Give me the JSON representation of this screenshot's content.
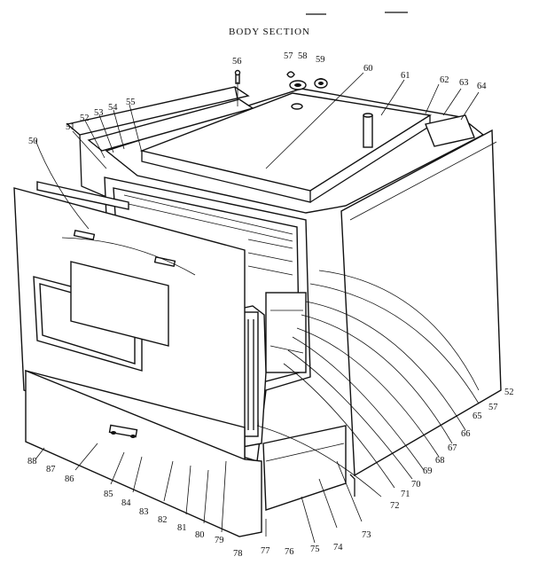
{
  "title": "BODY SECTION",
  "part_numbers": [
    "50",
    "51",
    "52",
    "53",
    "54",
    "55",
    "56",
    "57",
    "58",
    "59",
    "60",
    "61",
    "62",
    "63",
    "64",
    "52",
    "57",
    "65",
    "66",
    "67",
    "68",
    "69",
    "70",
    "71",
    "72",
    "73",
    "74",
    "75",
    "76",
    "77",
    "78",
    "79",
    "80",
    "81",
    "82",
    "83",
    "84",
    "85",
    "86",
    "87",
    "88"
  ]
}
